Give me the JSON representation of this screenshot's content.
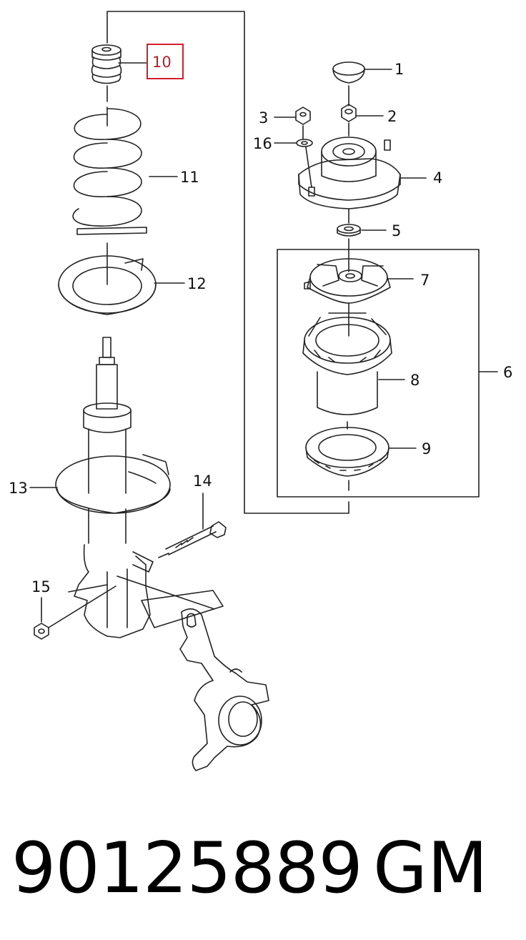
{
  "callouts": {
    "c1": "1",
    "c2": "2",
    "c3": "3",
    "c4": "4",
    "c5": "5",
    "c6": "6",
    "c7": "7",
    "c8": "8",
    "c9": "9",
    "c10": "10",
    "c11": "11",
    "c12": "12",
    "c13": "13",
    "c14": "14",
    "c15": "15",
    "c16": "16"
  },
  "highlighted_callout": "10",
  "highlight_color": "#d11f2c",
  "footer": {
    "part_number": "90125889",
    "brand": "GM"
  }
}
